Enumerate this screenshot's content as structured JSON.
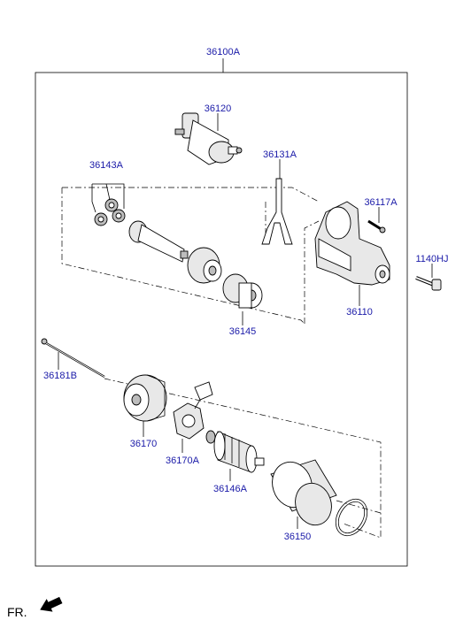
{
  "diagram": {
    "assembly_label": "36100A",
    "parts": [
      {
        "id": "solenoid",
        "label": "36120"
      },
      {
        "id": "shift-lever",
        "label": "36131A"
      },
      {
        "id": "planetary-gears",
        "label": "36143A"
      },
      {
        "id": "stud-bolt",
        "label": "36117A"
      },
      {
        "id": "mounting-bolt",
        "label": "1140HJ"
      },
      {
        "id": "front-housing",
        "label": "36110"
      },
      {
        "id": "overrunning-clutch",
        "label": "36145"
      },
      {
        "id": "through-bolt",
        "label": "36181B"
      },
      {
        "id": "rear-bracket",
        "label": "36170"
      },
      {
        "id": "brush-holder",
        "label": "36170A"
      },
      {
        "id": "armature",
        "label": "36146A"
      },
      {
        "id": "yoke",
        "label": "36150"
      }
    ]
  },
  "footer": {
    "direction_label": "FR."
  },
  "colors": {
    "label": "#1a1aa8",
    "line": "#000000"
  },
  "icons": {
    "front_arrow": "front-arrow-icon"
  }
}
